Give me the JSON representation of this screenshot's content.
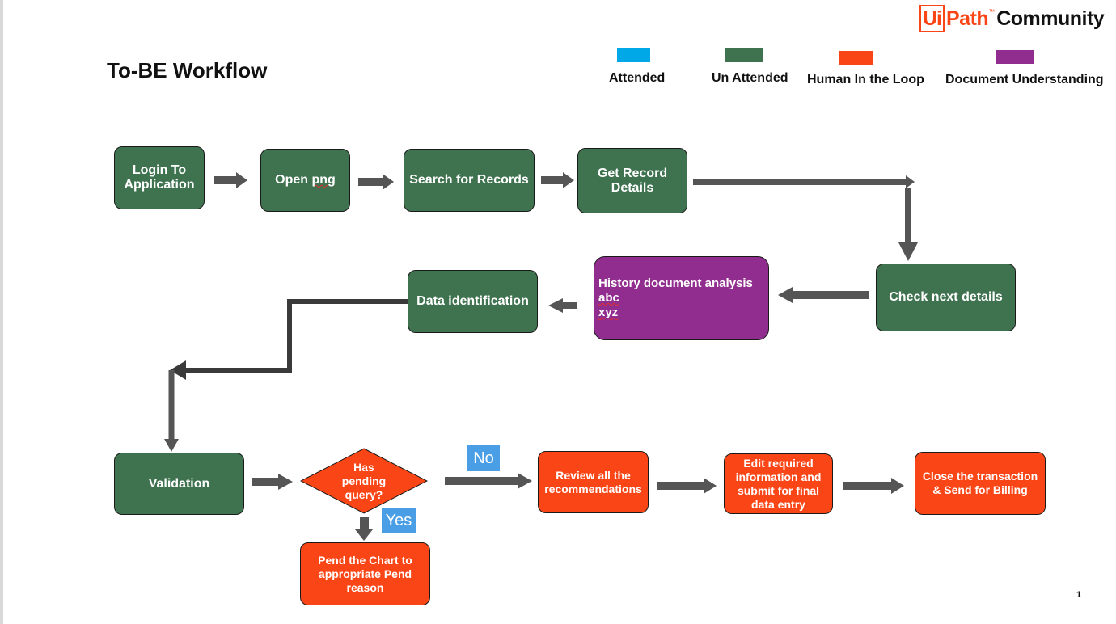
{
  "logo": {
    "box": "Ui",
    "path": "Path",
    "tm": "™",
    "community": "Community"
  },
  "title": "To-BE Workflow",
  "legend": [
    {
      "label": "Attended",
      "color": "#00a8e8"
    },
    {
      "label": "Un Attended",
      "color": "#3f7350"
    },
    {
      "label": "Human In the Loop",
      "color": "#fa4616"
    },
    {
      "label": "Document Understanding",
      "color": "#912d8e"
    }
  ],
  "nodes": {
    "login": {
      "line1": "Login To",
      "line2": "Application"
    },
    "open_png": {
      "word1": "Open",
      "word2": "png"
    },
    "search": "Search for Records",
    "get_record": {
      "line1": "Get Record",
      "line2": "Details"
    },
    "check_next": "Check next details",
    "history": {
      "line1": "History document analysis",
      "line2": "abc",
      "line3": "xyz"
    },
    "data_identification": "Data identification",
    "validation": "Validation",
    "decision": {
      "line1": "Has",
      "line2": "pending",
      "line3": "query?"
    },
    "pend_chart": {
      "line1": "Pend the Chart to",
      "line2": "appropriate Pend",
      "line3": "reason"
    },
    "review": {
      "line1": "Review all the",
      "line2": "recommendations"
    },
    "edit": {
      "line1": "Edit required",
      "line2": "information and",
      "line3": "submit for final",
      "line4": "data entry"
    },
    "close": {
      "line1": "Close the transaction",
      "line2": "& Send for Billing"
    }
  },
  "tags": {
    "no": "No",
    "yes": "Yes"
  },
  "page_number": "1",
  "colors": {
    "unattended": "#3f7350",
    "human": "#fa4616",
    "document": "#912d8e",
    "arrow": "#555555",
    "tag": "#4a9ee6"
  }
}
